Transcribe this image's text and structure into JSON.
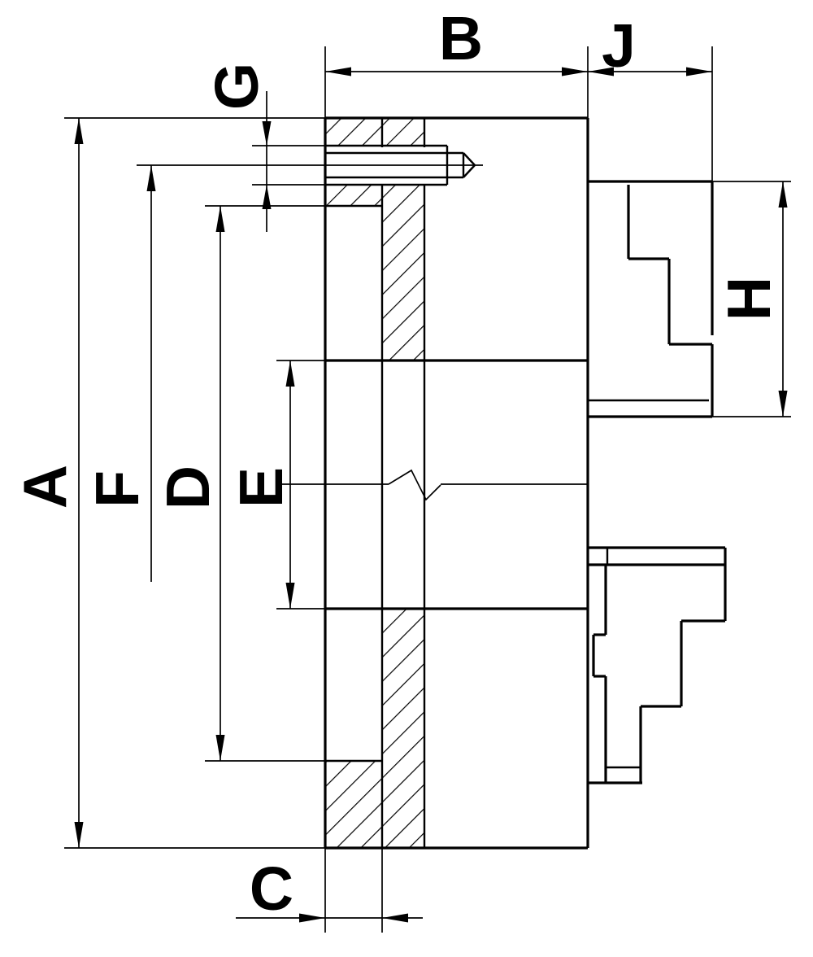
{
  "drawing": {
    "dimension_labels": {
      "A": "A",
      "B": "B",
      "C": "C",
      "D": "D",
      "E": "E",
      "F": "F",
      "G": "G",
      "H": "H",
      "J": "J"
    }
  },
  "colors": {
    "line": "#000000",
    "background": "#ffffff"
  }
}
